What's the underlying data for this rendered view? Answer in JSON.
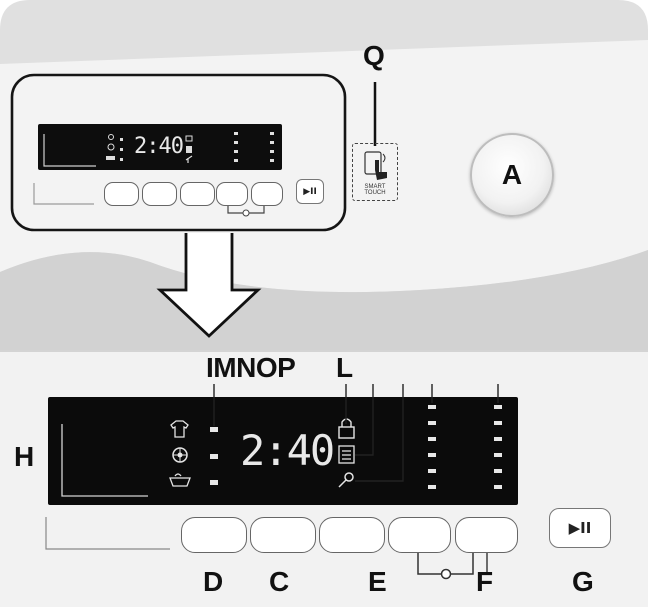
{
  "callouts": {
    "q": "Q",
    "a": "A",
    "imnop": "IMNOP",
    "l": "L",
    "h": "H",
    "d": "D",
    "c": "C",
    "e": "E",
    "f": "F",
    "g": "G"
  },
  "display": {
    "time_top": "2:40",
    "time_bottom": "2:40"
  },
  "smart_touch": {
    "line1": "SMART",
    "line2": "TOUCH"
  },
  "buttons": {
    "start_pause_glyph": "▶II"
  },
  "icons": [
    "smart-touch-icon",
    "play-pause-icon",
    "key-icon",
    "lock-icon",
    "detergent-icon",
    "wrench-icon",
    "shirt-icon",
    "fan-icon",
    "basin-icon",
    "down-arrow-icon"
  ],
  "colors": {
    "panel": "#f1f1f1",
    "display": "#0b0b0b",
    "segment": "#e8e8e8",
    "outline": "#222222"
  }
}
